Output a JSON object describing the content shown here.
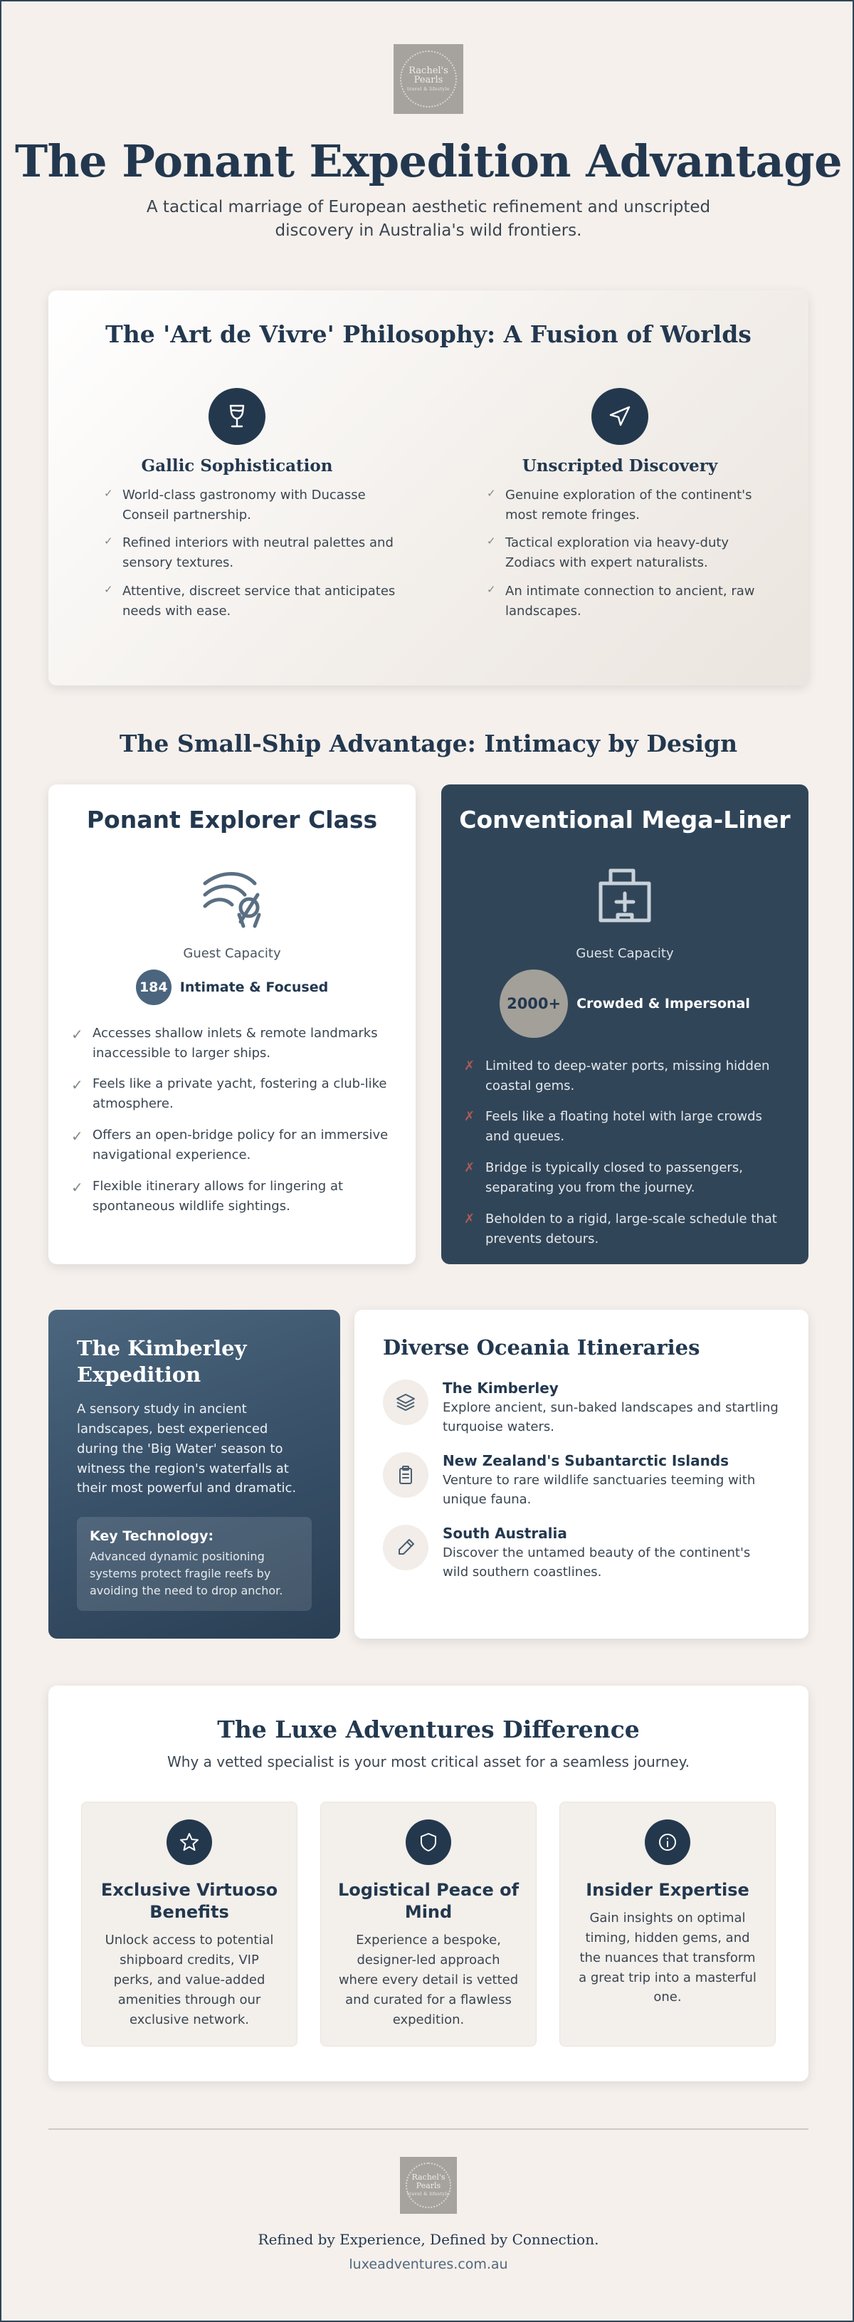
{
  "brand": {
    "logo_line1": "Rachel's",
    "logo_line2": "Pearls",
    "logo_tagline": "travel & lifestyle"
  },
  "hero": {
    "title": "The Ponant Expedition Advantage",
    "subtitle": "A tactical marriage of European aesthetic refinement and unscripted discovery in Australia's wild frontiers."
  },
  "philosophy": {
    "heading": "The 'Art de Vivre' Philosophy: A Fusion of Worlds",
    "columns": [
      {
        "icon": "wine-glass-icon",
        "title": "Gallic Sophistication",
        "items": [
          "World-class gastronomy with Ducasse Conseil partnership.",
          "Refined interiors with neutral palettes and sensory textures.",
          "Attentive, discreet service that anticipates needs with ease."
        ]
      },
      {
        "icon": "navigation-arrow-icon",
        "title": "Unscripted Discovery",
        "items": [
          "Genuine exploration of the continent's most remote fringes.",
          "Tactical exploration via heavy-duty Zodiacs with expert naturalists.",
          "An intimate connection to ancient, raw landscapes."
        ]
      }
    ],
    "check_mark": "✓"
  },
  "small_ship": {
    "heading": "The Small-Ship Advantage: Intimacy by Design",
    "ponant": {
      "title": "Ponant Explorer Class",
      "icon": "ship-waves-icon",
      "capacity_label": "Guest Capacity",
      "capacity_value": "184",
      "capacity_desc": "Intimate & Focused",
      "mark": "✓",
      "items": [
        "Accesses shallow inlets & remote landmarks inaccessible to larger ships.",
        "Feels like a private yacht, fostering a club-like atmosphere.",
        "Offers an open-bridge policy for an immersive navigational experience.",
        "Flexible itinerary allows for lingering at spontaneous wildlife sightings."
      ]
    },
    "mega": {
      "title": "Conventional Mega-Liner",
      "icon": "hospital-building-icon",
      "capacity_label": "Guest Capacity",
      "capacity_value": "2000+",
      "capacity_desc": "Crowded & Impersonal",
      "mark": "✗",
      "items": [
        "Limited to deep-water ports, missing hidden coastal gems.",
        "Feels like a floating hotel with large crowds and queues.",
        "Bridge is typically closed to passengers, separating you from the journey.",
        "Beholden to a rigid, large-scale schedule that prevents detours."
      ]
    }
  },
  "kimberley": {
    "title": "The Kimberley Expedition",
    "text": "A sensory study in ancient landscapes, best experienced during the 'Big Water' season to witness the region's waterfalls at their most powerful and dramatic.",
    "keytech_title": "Key Technology:",
    "keytech_text": "Advanced dynamic positioning systems protect fragile reefs by avoiding the need to drop anchor."
  },
  "itineraries": {
    "title": "Diverse Oceania Itineraries",
    "items": [
      {
        "icon": "layers-icon",
        "name": "The Kimberley",
        "desc": "Explore ancient, sun-baked landscapes and startling turquoise waters."
      },
      {
        "icon": "clipboard-icon",
        "name": "New Zealand's Subantarctic Islands",
        "desc": "Venture to rare wildlife sanctuaries teeming with unique fauna."
      },
      {
        "icon": "pencil-icon",
        "name": "South Australia",
        "desc": "Discover the untamed beauty of the continent's wild southern coastlines."
      }
    ]
  },
  "luxe": {
    "heading": "The Luxe Adventures Difference",
    "subtitle": "Why a vetted specialist is your most critical asset for a seamless journey.",
    "cards": [
      {
        "icon": "star-icon",
        "title": "Exclusive Virtuoso Benefits",
        "text": "Unlock access to potential shipboard credits, VIP perks, and value-added amenities through our exclusive network."
      },
      {
        "icon": "shield-icon",
        "title": "Logistical Peace of Mind",
        "text": "Experience a bespoke, designer-led approach where every detail is vetted and curated for a flawless expedition."
      },
      {
        "icon": "info-icon",
        "title": "Insider Expertise",
        "text": "Gain insights on optimal timing, hidden gems, and the nuances that transform a great trip into a masterful one."
      }
    ]
  },
  "footer": {
    "tagline": "Refined by Experience, Defined by Connection.",
    "url": "luxeadventures.com.au"
  }
}
